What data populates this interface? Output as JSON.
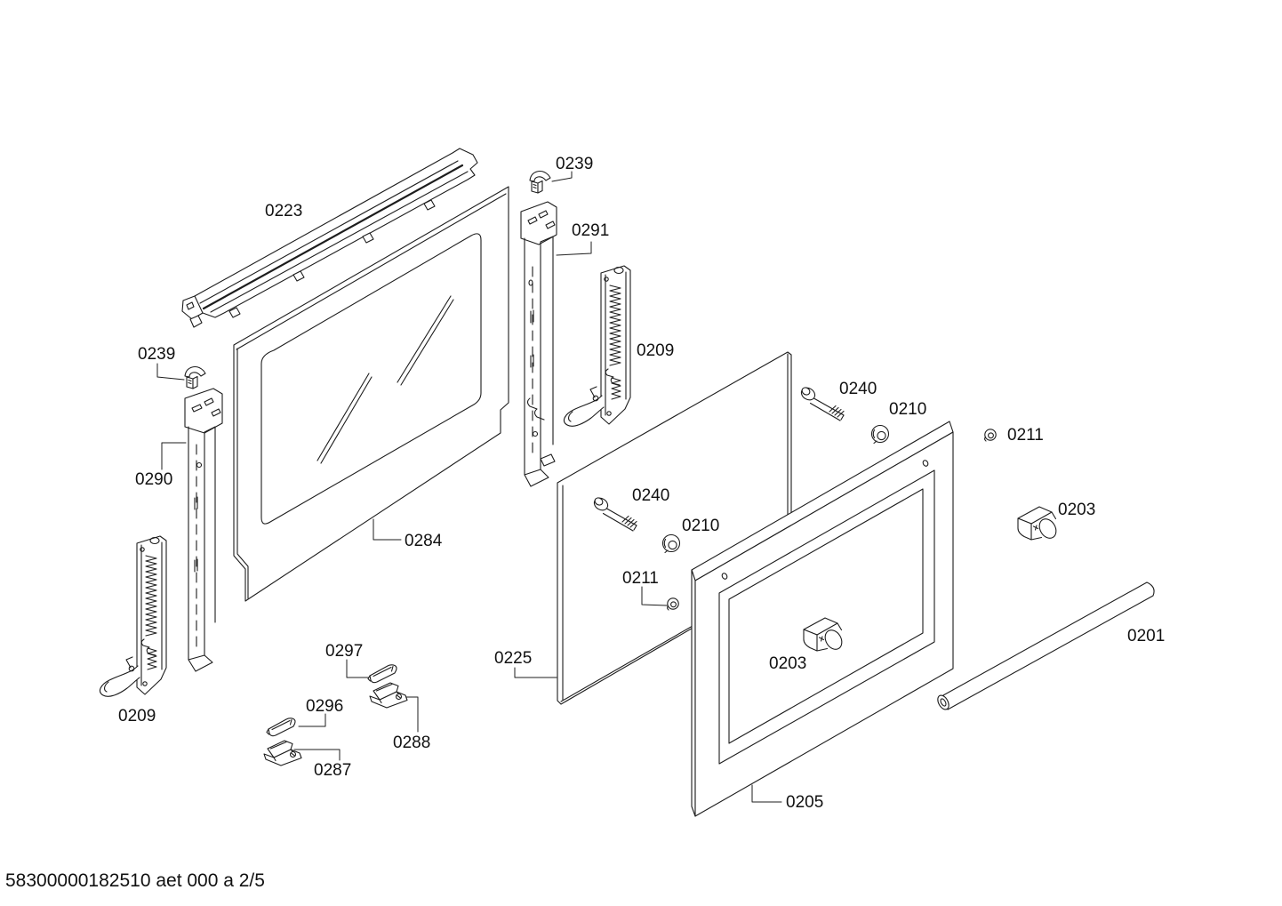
{
  "page": {
    "background": "#ffffff",
    "line_color": "#1d1d1d",
    "text_color": "#111111"
  },
  "footer": {
    "text": "58300000182510 aet 000 a 2/5"
  },
  "diagram": {
    "type": "exploded-parts-diagram",
    "part_numbers": [
      "0201",
      "0203",
      "0205",
      "0209",
      "0210",
      "0211",
      "0223",
      "0225",
      "0239",
      "0240",
      "0284",
      "0287",
      "0288",
      "0290",
      "0291",
      "0296",
      "0297"
    ],
    "labels": {
      "t0223": {
        "text": "0223"
      },
      "t0239a": {
        "text": "0239"
      },
      "t0291": {
        "text": "0291"
      },
      "t0209a": {
        "text": "0209"
      },
      "t0240a": {
        "text": "0240"
      },
      "t0210a": {
        "text": "0210"
      },
      "t0211a": {
        "text": "0211"
      },
      "t0203a": {
        "text": "0203"
      },
      "t0201": {
        "text": "0201"
      },
      "t0239b": {
        "text": "0239"
      },
      "t0290": {
        "text": "0290"
      },
      "t0284": {
        "text": "0284"
      },
      "t0240b": {
        "text": "0240"
      },
      "t0210b": {
        "text": "0210"
      },
      "t0211b": {
        "text": "0211"
      },
      "t0225": {
        "text": "0225"
      },
      "t0297": {
        "text": "0297"
      },
      "t0296": {
        "text": "0296"
      },
      "t0288": {
        "text": "0288"
      },
      "t0287": {
        "text": "0287"
      },
      "t0209b": {
        "text": "0209"
      },
      "t0203b": {
        "text": "0203"
      },
      "t0205": {
        "text": "0205"
      }
    }
  }
}
